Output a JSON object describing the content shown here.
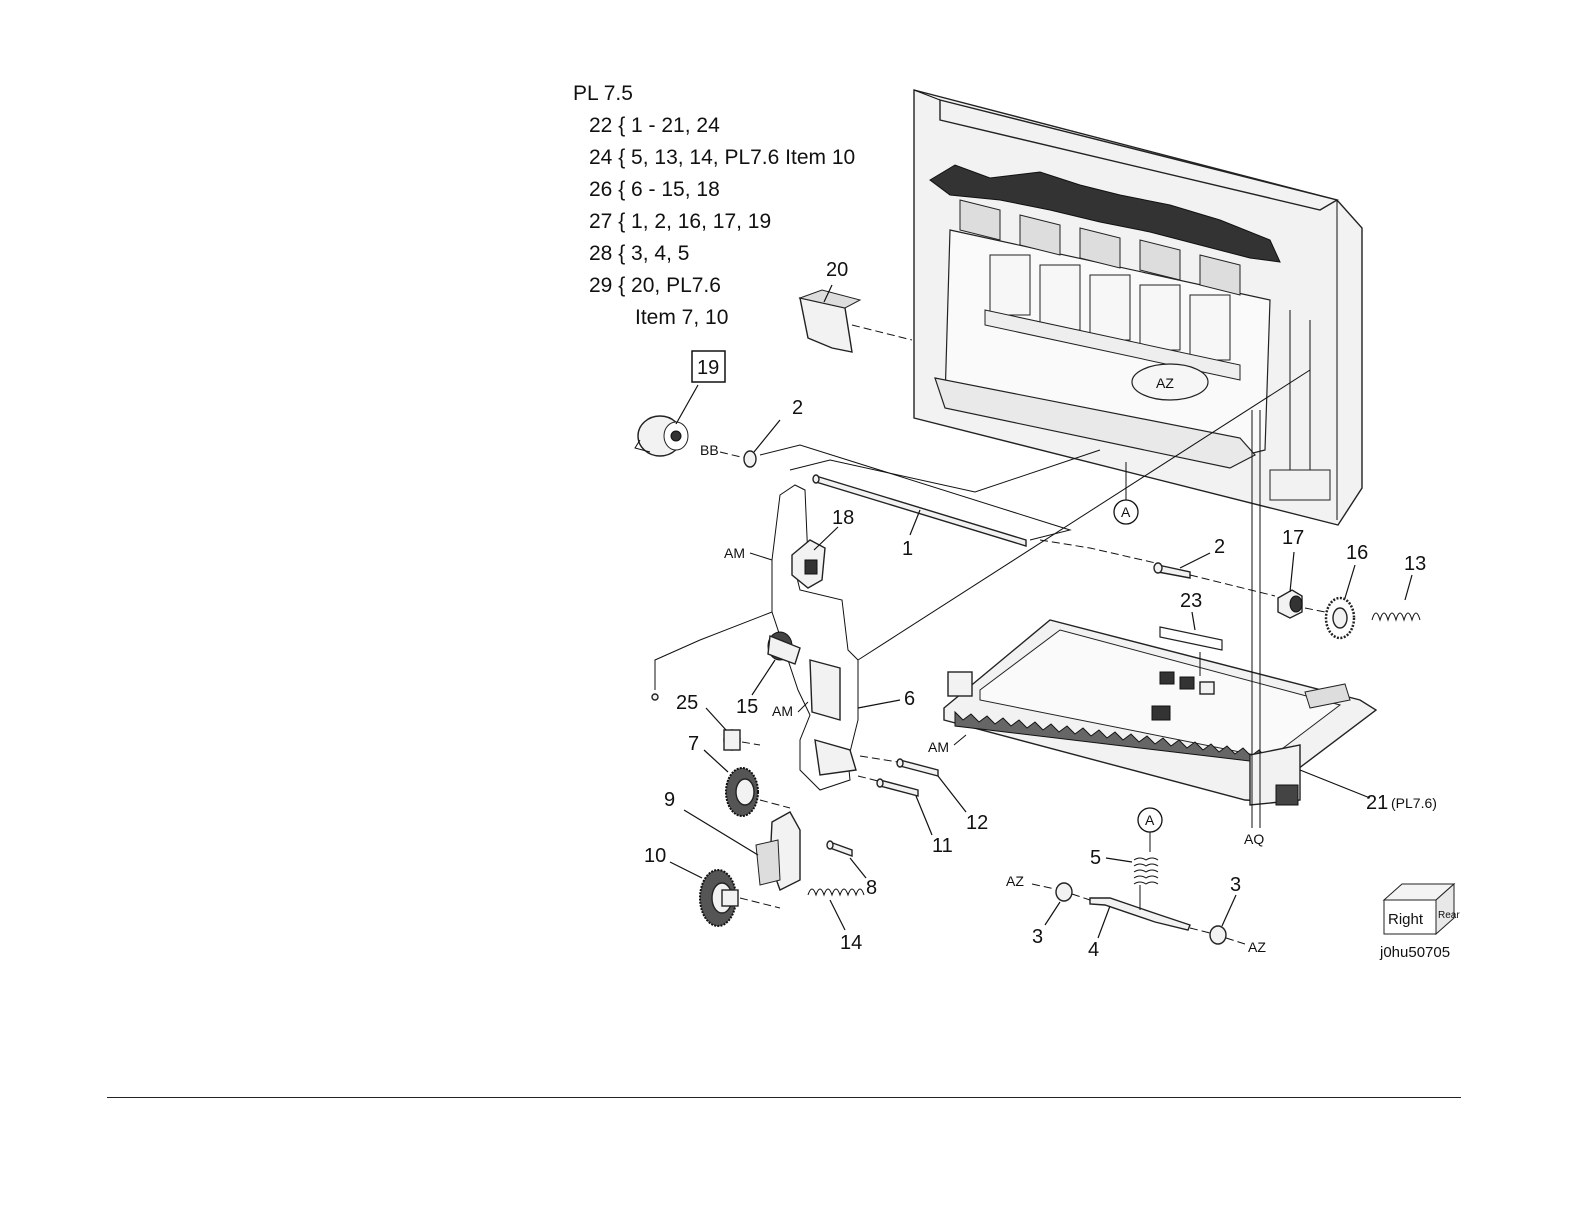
{
  "legend": {
    "title": "PL 7.5",
    "rows": [
      "22 { 1 - 21, 24",
      "24 { 5, 13, 14, PL7.6 Item 10",
      "26 { 6 - 15, 18",
      "27 { 1, 2, 16, 17, 19",
      "28 { 3, 4, 5",
      "29 { 20, PL7.6",
      "Item 7, 10"
    ]
  },
  "callouts": {
    "c1": "1",
    "c2a": "2",
    "c2b": "2",
    "c3a": "3",
    "c3b": "3",
    "c4": "4",
    "c5": "5",
    "c6": "6",
    "c7": "7",
    "c8": "8",
    "c9": "9",
    "c10": "10",
    "c11": "11",
    "c12": "12",
    "c13": "13",
    "c14": "14",
    "c15": "15",
    "c16": "16",
    "c17": "17",
    "c18": "18",
    "c19": "19",
    "c20": "20",
    "c21": "21",
    "c21ref": "(PL7.6)",
    "c23": "23",
    "c25": "25"
  },
  "refs": {
    "az_top": "AZ",
    "az_left": "AZ",
    "az_right": "AZ",
    "bb": "BB",
    "am_top": "AM",
    "am_mid": "AM",
    "am_right": "AM",
    "aq": "AQ",
    "a_top": "A",
    "a_bottom": "A"
  },
  "orientation_cube": {
    "right": "Right",
    "rear": "Rear"
  },
  "figure_id": "j0hu50705"
}
